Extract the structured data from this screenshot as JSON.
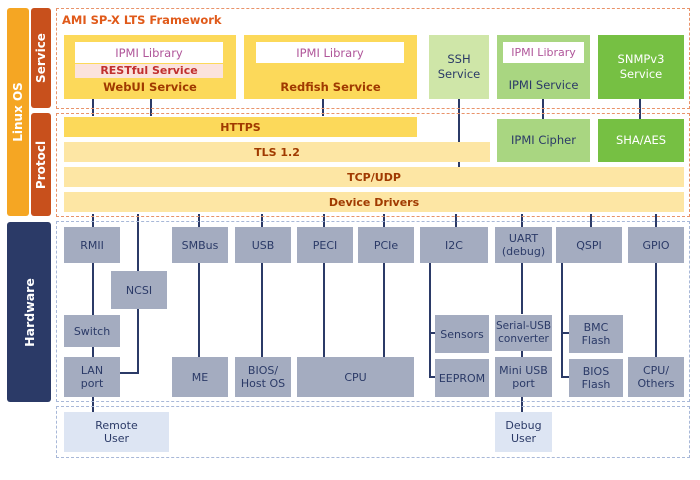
{
  "side_labels": {
    "linux_os": "Linux OS",
    "service": "Service",
    "protocol": "Protocl",
    "hardware": "Hardware"
  },
  "framework_title": "AMI SP-X LTS Framework",
  "services": {
    "webui_inner_1": "IPMI Library",
    "webui_inner_2": "RESTful Service",
    "webui_label": "WebUI Service",
    "redfish_inner": "IPMI Library",
    "redfish_label": "Redfish Service",
    "ssh_label": "SSH\nService",
    "ipmi_inner": "IPMI Library",
    "ipmi_label": "IPMI Service",
    "snmp_label": "SNMPv3\nService"
  },
  "protocols": {
    "https": "HTTPS",
    "tls": "TLS 1.2",
    "tcpudp": "TCP/UDP",
    "drivers": "Device Drivers",
    "ipmi_cipher": "IPMI Cipher",
    "sha_aes": "SHA/AES"
  },
  "hardware": {
    "rmii": "RMII",
    "ncsi": "NCSI",
    "switch": "Switch",
    "lan": "LAN\nport",
    "smbus": "SMBus",
    "me": "ME",
    "usb": "USB",
    "bios_host": "BIOS/\nHost OS",
    "peci": "PECI",
    "pcie": "PCIe",
    "cpu": "CPU",
    "i2c": "I2C",
    "sensors": "Sensors",
    "eeprom": "EEPROM",
    "uart": "UART\n(debug)",
    "serial_usb": "Serial-USB\nconverter",
    "mini_usb": "Mini USB\nport",
    "qspi": "QSPI",
    "bmc_flash": "BMC\nFlash",
    "bios_flash": "BIOS\nFlash",
    "gpio": "GPIO",
    "cpu_others": "CPU/\nOthers"
  },
  "users": {
    "remote": "Remote\nUser",
    "debug": "Debug\nUser"
  },
  "colors": {
    "orange": "#f5a623",
    "dark_orange": "#c8501c",
    "navy": "#2b3a67",
    "hw_box": "#a4acc0",
    "protocol_bar": "#fde6a4",
    "gold": "#fcd95a",
    "green_light": "#cfe6a8",
    "green_mid": "#a9d681",
    "green_dark": "#76c043"
  }
}
